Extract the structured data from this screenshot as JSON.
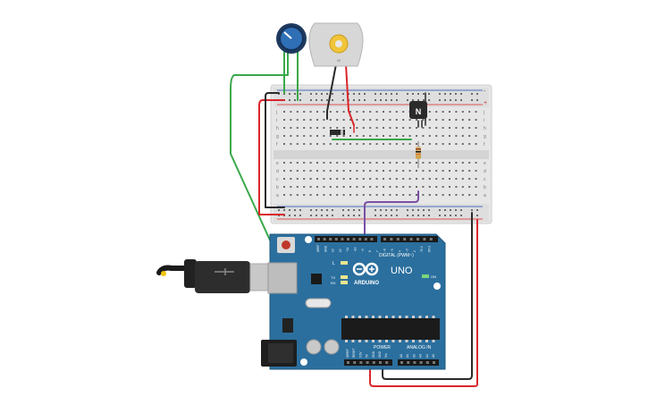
{
  "arduino": {
    "brand_word": "ARDUINO",
    "model": "UNO",
    "digital_header_label": "DIGITAL (PWM~)",
    "power_header_label": "POWER",
    "analog_header_label": "ANALOG IN",
    "on_led_label": "ON",
    "l_led_label": "L",
    "tx_label": "TX",
    "rx_label": "RX",
    "top_pin_labels": [
      "AREF",
      "GND",
      "13",
      "12",
      "~11",
      "~10",
      "~9",
      "8",
      "7",
      "~6",
      "~5",
      "4",
      "~3",
      "2",
      "TX 1",
      "RX 0"
    ],
    "power_pin_labels": [
      "IOREF",
      "RESET",
      "3.3V",
      "5V",
      "GND",
      "GND",
      "Vin"
    ],
    "analog_pin_labels": [
      "A0",
      "A1",
      "A2",
      "A3",
      "A4",
      "A5"
    ]
  },
  "components": {
    "transistor_label": "N",
    "motor_label": "M"
  },
  "breadboard": {
    "top_rail_plus": "+",
    "top_rail_minus": "-",
    "row_letters_upper": [
      "j",
      "i",
      "h",
      "g",
      "f"
    ],
    "row_letters_lower": [
      "e",
      "d",
      "c",
      "b",
      "a"
    ],
    "columns": 30
  },
  "colors": {
    "board_blue": "#2b6f9e",
    "wire_green": "#3aa84a",
    "wire_red": "#d9272b",
    "wire_black": "#2a2a2a",
    "wire_purple": "#7b4fa6",
    "breadboard": "#e7e7e7",
    "rail_red": "#e05252",
    "rail_blue": "#4b6fbf"
  }
}
